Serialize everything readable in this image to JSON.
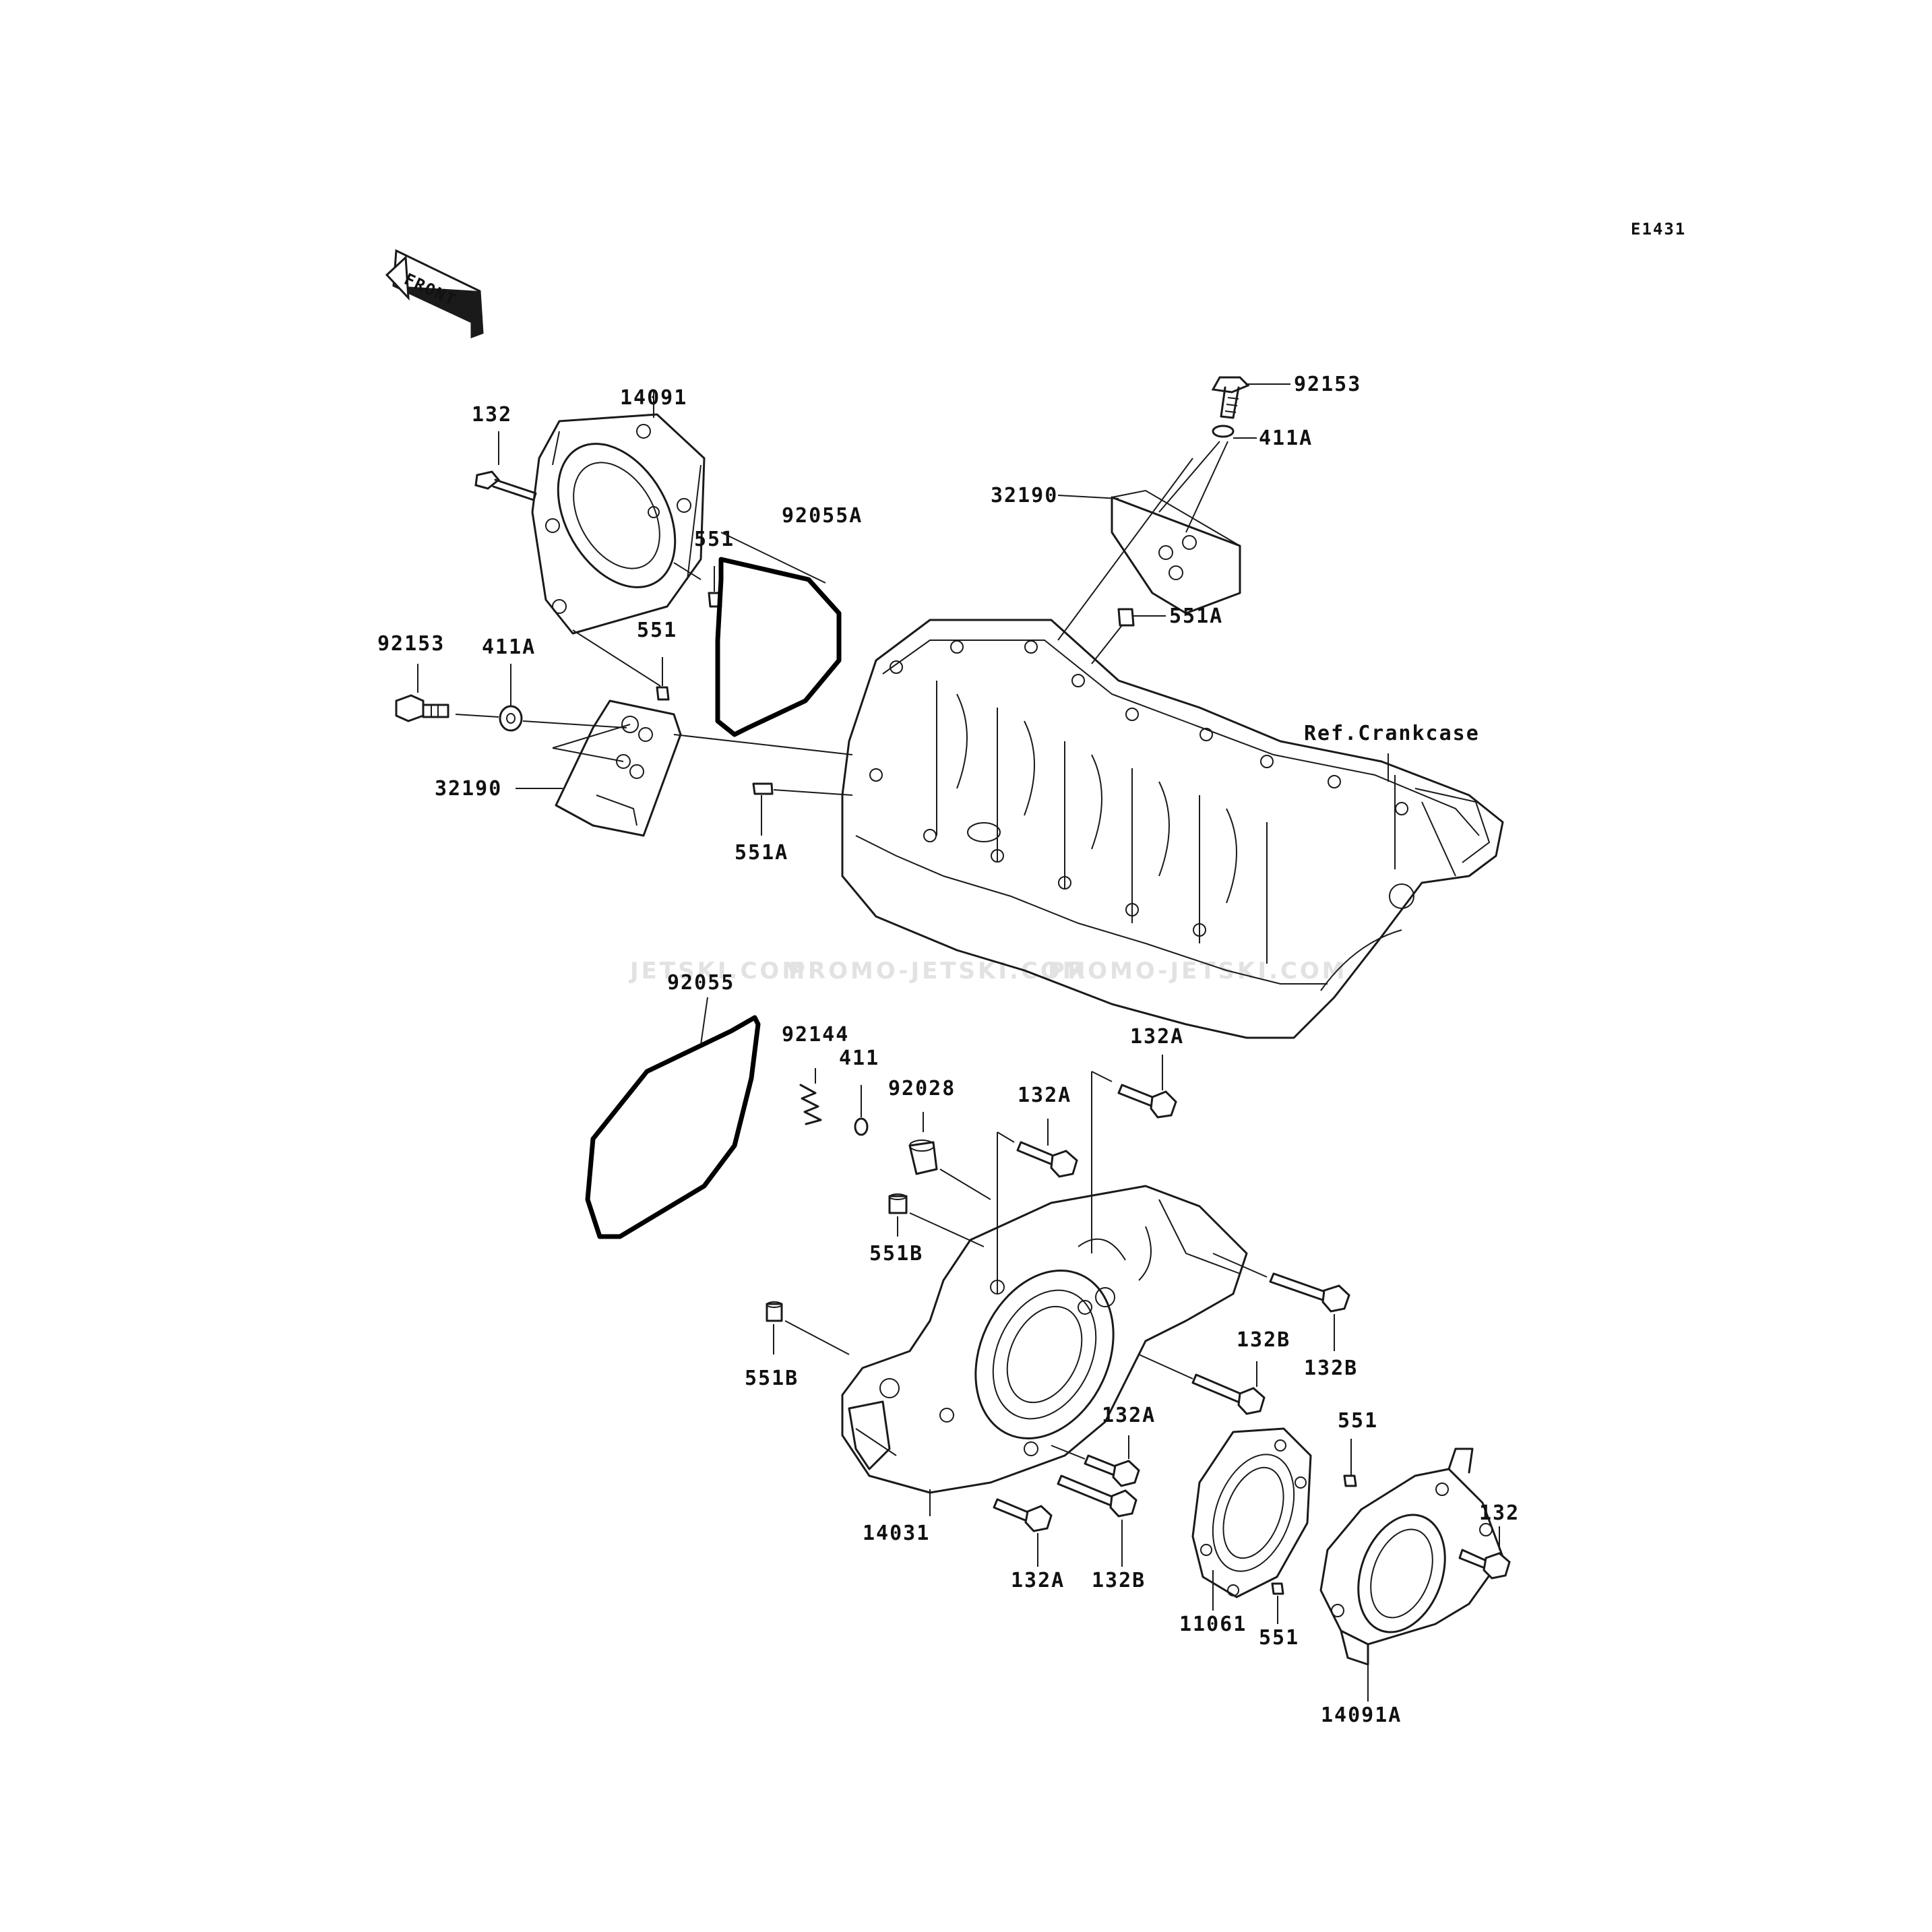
{
  "diagram_code": "E1431",
  "front_label": "FRONT",
  "reference_label": "Ref.Crankcase",
  "watermark": [
    "JETSKI.COM",
    "PROMO-JETSKI.COM",
    "PROMO-JETSKI.COM"
  ],
  "labels": {
    "p92153_top": "92153",
    "p411A_top": "411A",
    "p32190_top": "32190",
    "p551A_top": "551A",
    "p132_left": "132",
    "p14091": "14091",
    "p551_a": "551",
    "p551_b": "551",
    "p92055A": "92055A",
    "p92153_left": "92153",
    "p411A_left": "411A",
    "p32190_left": "32190",
    "p551A_left": "551A",
    "p92055": "92055",
    "p92144": "92144",
    "p411": "411",
    "p92028": "92028",
    "p132A_1": "132A",
    "p132A_2": "132A",
    "p551B_1": "551B",
    "p551B_2": "551B",
    "p132B_1": "132B",
    "p132B_2": "132B",
    "p132A_3": "132A",
    "p14031": "14031",
    "p132A_4": "132A",
    "p132B_3": "132B",
    "p551_c": "551",
    "p132_right": "132",
    "p11061": "11061",
    "p551_d": "551",
    "p14091A": "14091A"
  }
}
